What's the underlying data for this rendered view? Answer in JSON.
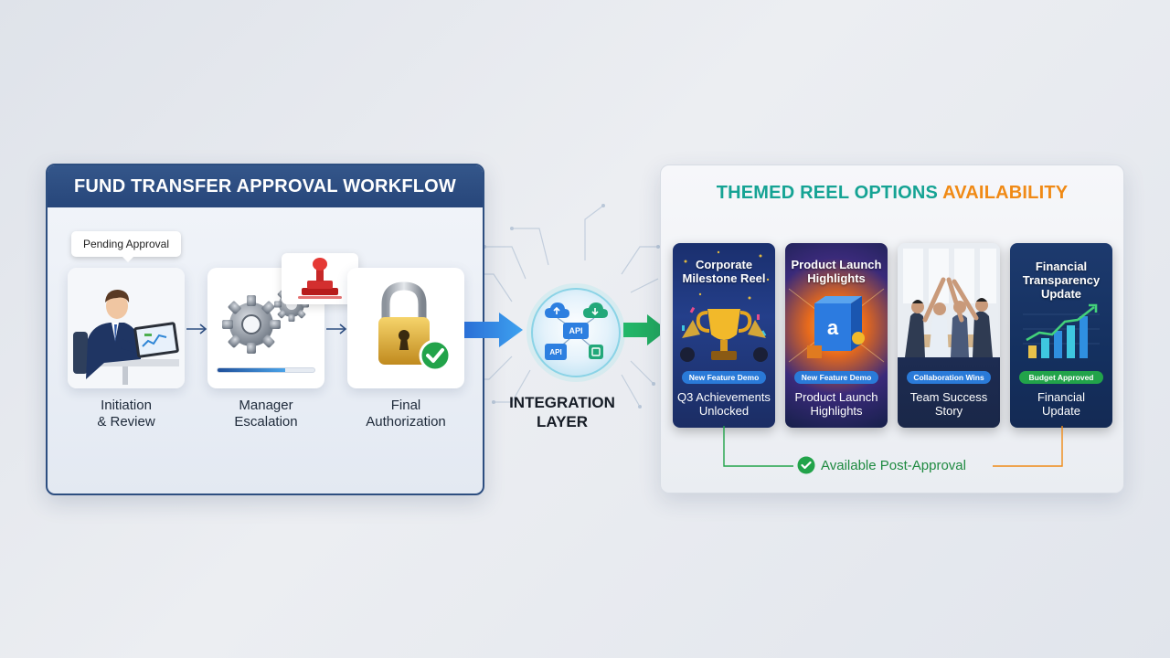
{
  "workflow": {
    "title": "FUND TRANSFER APPROVAL WORKFLOW",
    "pending_label": "Pending Approval",
    "manager_progress": 0.7,
    "steps": [
      {
        "line1": "Initiation",
        "line2": "& Review"
      },
      {
        "line1": "Manager",
        "line2": "Escalation"
      },
      {
        "line1": "Final",
        "line2": "Authorization"
      }
    ]
  },
  "integration": {
    "line1": "INTEGRATION",
    "line2": "LAYER",
    "api_label": "API"
  },
  "reels": {
    "title_part1": "THEMED REEL OPTIONS",
    "title_part2": "AVAILABILITY",
    "available_label": "Available Post-Approval",
    "colors": {
      "teal": "#15a394",
      "orange": "#f08a16",
      "green": "#22a34a",
      "navy": "#27467a"
    },
    "cards": [
      {
        "top1": "Corporate",
        "top2": "Milestone Reel",
        "top3": "",
        "badge": "New Feature Demo",
        "bottom1": "Q3 Achievements",
        "bottom2": "Unlocked"
      },
      {
        "top1": "Product Launch",
        "top2": "Highlights",
        "top3": "",
        "badge": "New Feature Demo",
        "bottom1": "Product Launch",
        "bottom2": "Highlights"
      },
      {
        "top1": "",
        "top2": "",
        "top3": "",
        "badge": "Collaboration Wins",
        "bottom1": "Team Success",
        "bottom2": "Story"
      },
      {
        "top1": "Financial",
        "top2": "Transparency",
        "top3": "Update",
        "badge": "Budget Approved",
        "bottom1": "Financial",
        "bottom2": "Update"
      }
    ]
  }
}
